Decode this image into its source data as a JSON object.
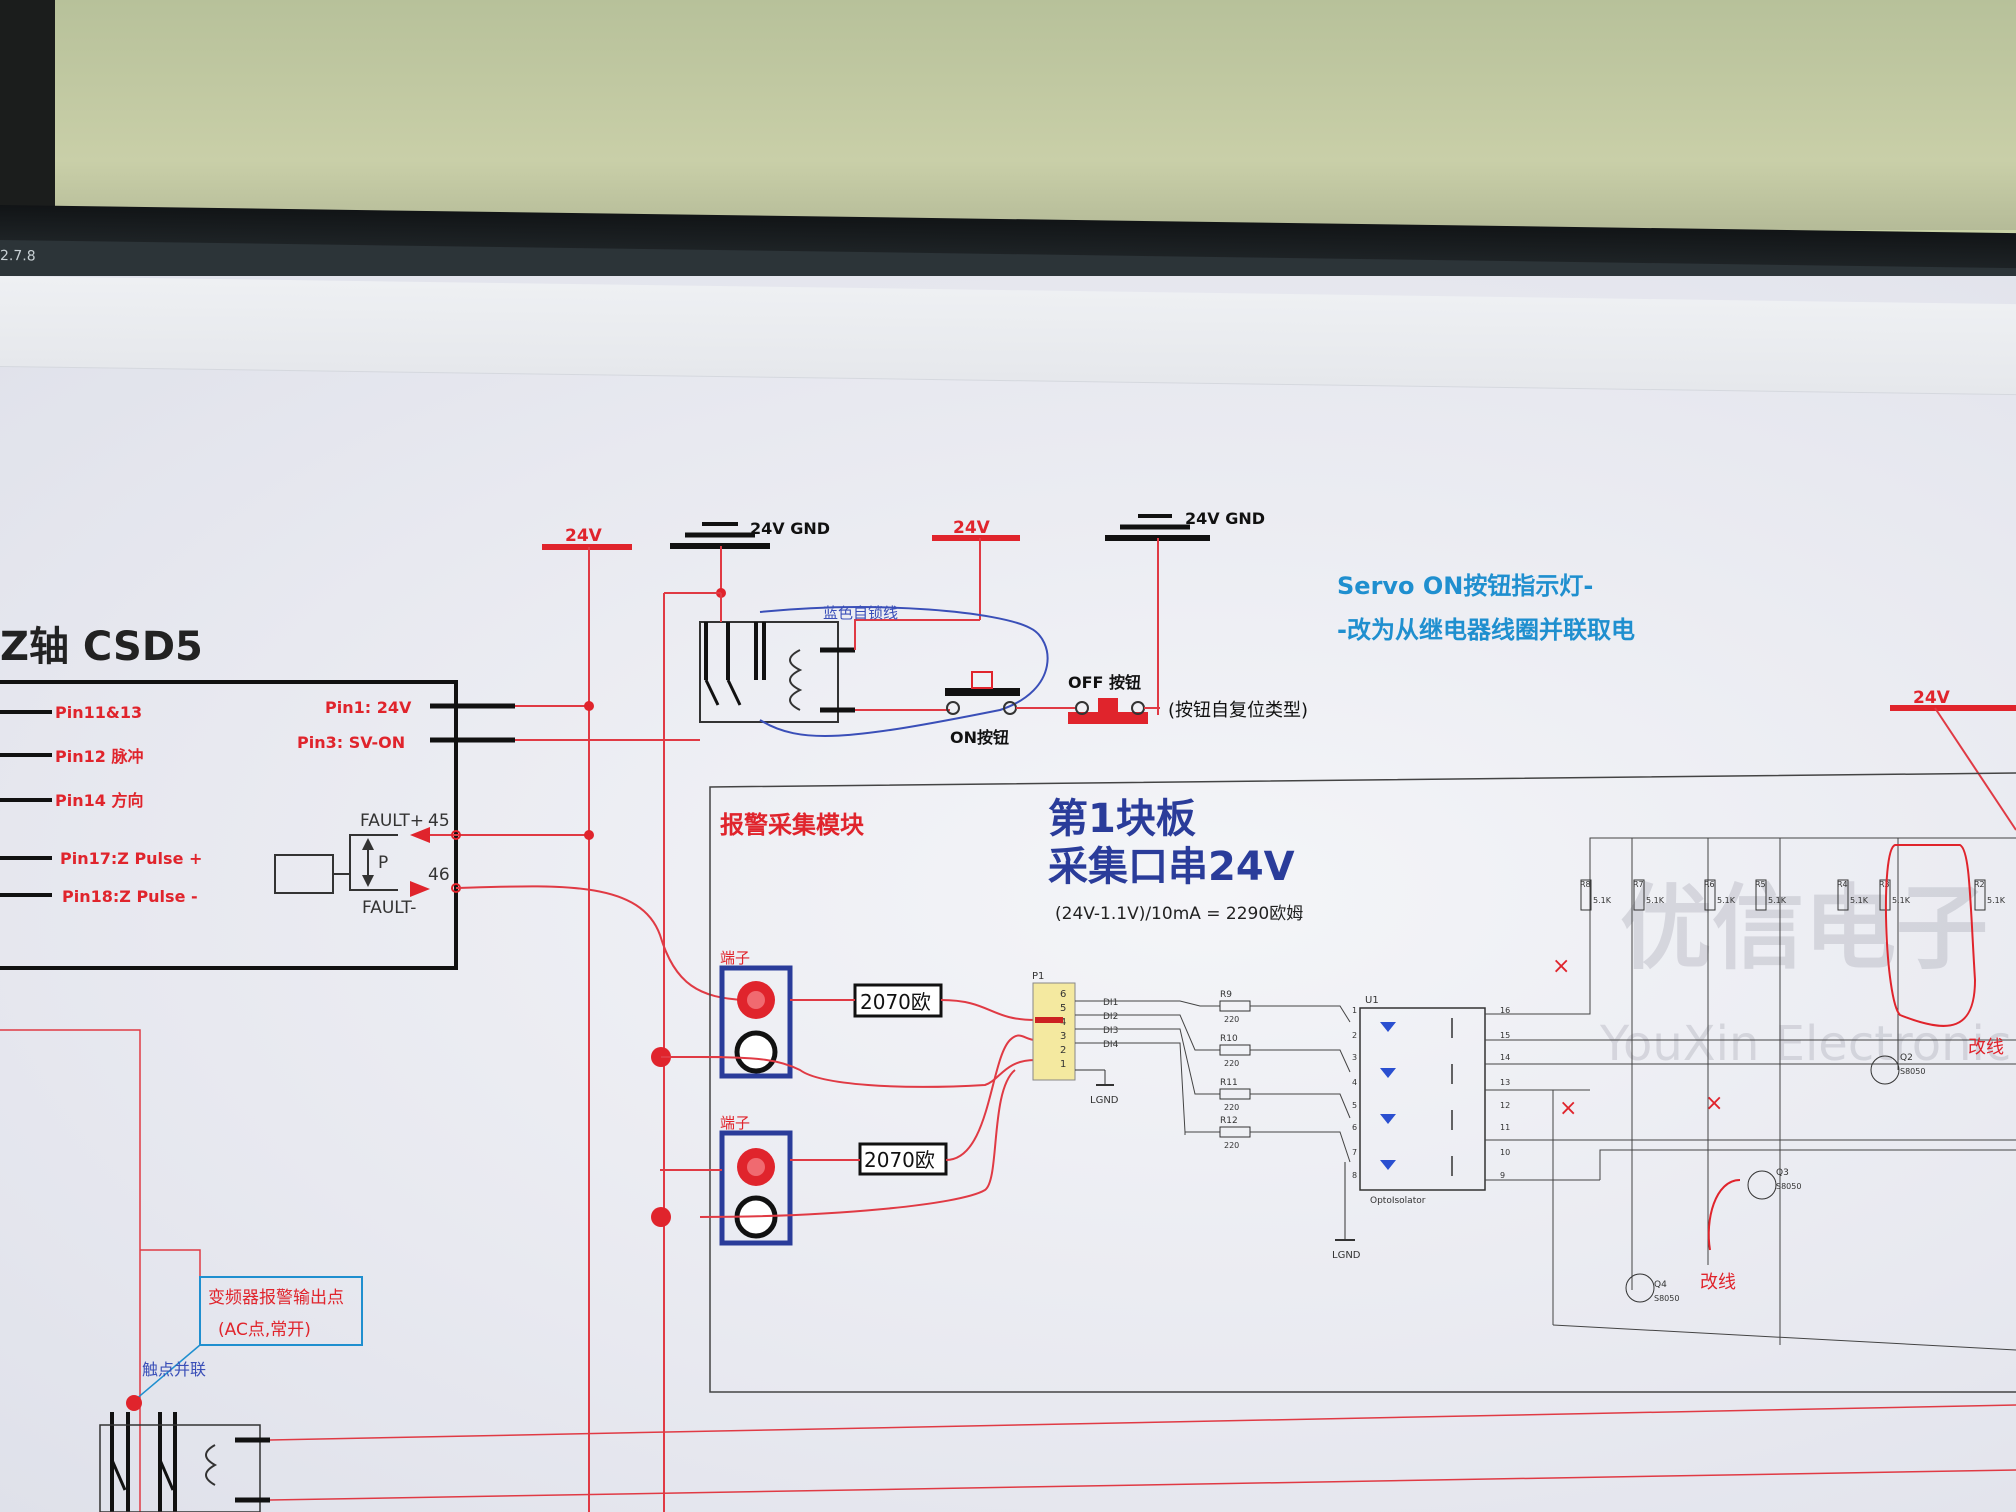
{
  "window": {
    "version": "2.7.8"
  },
  "power": {
    "v24": "24V",
    "gnd24": "24V GND"
  },
  "driver": {
    "title": "Z轴 CSD5",
    "pins_left": [
      "Pin11&13",
      "Pin12 脉冲",
      "Pin14 方向",
      "Pin17:Z Pulse +",
      "Pin18:Z Pulse -"
    ],
    "pin1": "Pin1: 24V",
    "pin3": "Pin3: SV-ON",
    "fault_plus": "FAULT+",
    "fault_minus": "FAULT-",
    "pin45": "45",
    "pin46": "46",
    "opto_p": "P"
  },
  "relay_top": {
    "wire_label": "蓝色自锁线"
  },
  "buttons": {
    "on_label": "ON按钮",
    "off_label": "OFF 按钮",
    "off_note": "(按钮自复位类型)"
  },
  "note": {
    "line1": "Servo ON按钮指示灯-",
    "line2": "-改为从继电器线圈并联取电"
  },
  "module": {
    "title": "报警采集模块",
    "board_line1": "第1块板",
    "board_line2": "采集口串24V",
    "formula": "(24V-1.1V)/10mA = 2290欧姆",
    "terminal_label": "端子",
    "resistor_value": "2070欧",
    "connector": "P1",
    "connector_pins": [
      "6",
      "5",
      "4",
      "3",
      "2",
      "1"
    ],
    "din": [
      "DI1",
      "DI2",
      "DI3",
      "DI4"
    ],
    "resistors": [
      "R9",
      "R10",
      "R11",
      "R12"
    ],
    "resistor_vals": [
      "220",
      "220",
      "220",
      "220"
    ],
    "lgnd": "LGND",
    "opto_ref": "U1",
    "opto_name": "OptoIsolator",
    "opto_pins_left": [
      "1",
      "2",
      "3",
      "4",
      "5",
      "6",
      "7",
      "8"
    ],
    "opto_pins_right": [
      "16",
      "15",
      "14",
      "13",
      "12",
      "11",
      "10",
      "9"
    ],
    "pullups": [
      "R8",
      "R7",
      "R6",
      "R5",
      "R4",
      "R3",
      "R2"
    ],
    "pullup_val": "5.1K",
    "transistors": [
      "Q2",
      "Q3",
      "Q4"
    ],
    "transistor_type": "S8050",
    "mod_label": "改线",
    "mark_x": "×"
  },
  "inverter": {
    "label1": "变频器报警输出点",
    "label2": "(AC点,常开)",
    "parallel": "触点并联"
  },
  "watermark": {
    "cn": "优信电子",
    "en": "YouXin Electronic"
  },
  "colors": {
    "red": "#e0242c",
    "wire": "#e03a44",
    "blue": "#1f3fa6",
    "teal": "#1f8fcf",
    "navy": "#2a3c9a"
  }
}
